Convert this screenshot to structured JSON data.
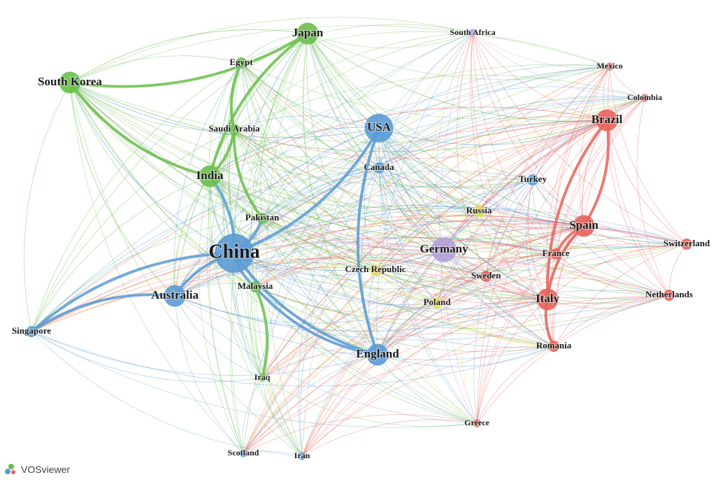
{
  "watermark": {
    "label": "VOSviewer",
    "icon": "vosviewer-logo-icon"
  },
  "clusters": {
    "green": "#6abf4b",
    "blue": "#5b9bd5",
    "red": "#e8625a",
    "yellow": "#e3dd4a",
    "purple": "#b5a0d8"
  },
  "nodes": [
    {
      "label": "Japan",
      "cluster": "green",
      "weight": 5
    },
    {
      "label": "South Africa",
      "cluster": "purple",
      "weight": 1
    },
    {
      "label": "Mexico",
      "cluster": "red",
      "weight": 1
    },
    {
      "label": "Egypt",
      "cluster": "green",
      "weight": 2
    },
    {
      "label": "South Korea",
      "cluster": "green",
      "weight": 5
    },
    {
      "label": "Colombia",
      "cluster": "red",
      "weight": 1
    },
    {
      "label": "USA",
      "cluster": "blue",
      "weight": 7
    },
    {
      "label": "Saudi Arabia",
      "cluster": "green",
      "weight": 2
    },
    {
      "label": "Brazil",
      "cluster": "red",
      "weight": 5
    },
    {
      "label": "Canada",
      "cluster": "blue",
      "weight": 2
    },
    {
      "label": "India",
      "cluster": "green",
      "weight": 5
    },
    {
      "label": "Turkey",
      "cluster": "blue",
      "weight": 2
    },
    {
      "label": "Russia",
      "cluster": "yellow",
      "weight": 2
    },
    {
      "label": "Pakistan",
      "cluster": "green",
      "weight": 2
    },
    {
      "label": "Spain",
      "cluster": "red",
      "weight": 5
    },
    {
      "label": "Switzerland",
      "cluster": "red",
      "weight": 2
    },
    {
      "label": "China",
      "cluster": "blue",
      "weight": 10
    },
    {
      "label": "Germany",
      "cluster": "purple",
      "weight": 6
    },
    {
      "label": "France",
      "cluster": "red",
      "weight": 2
    },
    {
      "label": "Czech Republic",
      "cluster": "yellow",
      "weight": 2
    },
    {
      "label": "Sweden",
      "cluster": "red",
      "weight": 2
    },
    {
      "label": "Malaysia",
      "cluster": "green",
      "weight": 2
    },
    {
      "label": "Australia",
      "cluster": "blue",
      "weight": 5
    },
    {
      "label": "Italy",
      "cluster": "red",
      "weight": 5
    },
    {
      "label": "Netherlands",
      "cluster": "red",
      "weight": 2
    },
    {
      "label": "Poland",
      "cluster": "yellow",
      "weight": 2
    },
    {
      "label": "Singapore",
      "cluster": "blue",
      "weight": 2
    },
    {
      "label": "England",
      "cluster": "blue",
      "weight": 5
    },
    {
      "label": "Romania",
      "cluster": "red",
      "weight": 2
    },
    {
      "label": "Iraq",
      "cluster": "green",
      "weight": 1
    },
    {
      "label": "Greece",
      "cluster": "red",
      "weight": 1
    },
    {
      "label": "Scotland",
      "cluster": "blue",
      "weight": 1
    },
    {
      "label": "Iran",
      "cluster": "blue",
      "weight": 1
    }
  ],
  "strong_links": [
    [
      "China",
      "USA"
    ],
    [
      "China",
      "Australia"
    ],
    [
      "China",
      "England"
    ],
    [
      "China",
      "Singapore"
    ],
    [
      "China",
      "Pakistan"
    ],
    [
      "China",
      "Malaysia"
    ],
    [
      "South Korea",
      "India"
    ],
    [
      "South Korea",
      "Japan"
    ],
    [
      "Japan",
      "India"
    ],
    [
      "Egypt",
      "Saudi Arabia"
    ],
    [
      "Saudi Arabia",
      "Pakistan"
    ],
    [
      "India",
      "Saudi Arabia"
    ],
    [
      "Spain",
      "Italy"
    ],
    [
      "Spain",
      "Brazil"
    ],
    [
      "Spain",
      "France"
    ],
    [
      "Italy",
      "Romania"
    ],
    [
      "Brazil",
      "Italy"
    ],
    [
      "USA",
      "England"
    ],
    [
      "Malaysia",
      "England"
    ],
    [
      "China",
      "India"
    ],
    [
      "Australia",
      "Singapore"
    ],
    [
      "Iraq",
      "Malaysia"
    ]
  ]
}
